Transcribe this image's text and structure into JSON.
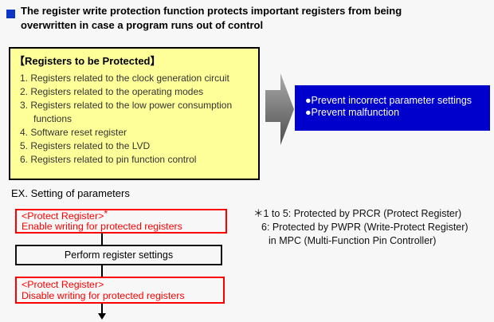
{
  "colors": {
    "background": "#f7f7f7",
    "bullet_blue": "#0d36c6",
    "yellow_panel_bg": "#ffff99",
    "blue_panel_bg": "#0000cc",
    "red_accent": "#ff0000",
    "arrow_gray_light": "#ababab",
    "arrow_gray_dark": "#4d4d4d"
  },
  "header": {
    "line1": "The register write protection function protects important registers from being",
    "line2": "overwritten in case a program runs out of control"
  },
  "yellow_box": {
    "title": "【Registers to be Protected】",
    "items": [
      "1. Registers related to the clock generation circuit",
      "2. Registers related to the operating modes",
      "3. Registers related to the low power consumption functions",
      "4. Software reset register",
      "5. Registers related to the LVD",
      "6. Registers related to pin function control"
    ]
  },
  "blue_box": {
    "line1": "●Prevent incorrect parameter settings",
    "line2": "●Prevent malfunction"
  },
  "example": {
    "label": "EX. Setting of parameters",
    "protect_enable": {
      "title": "<Protect Register>",
      "asterisk": "*",
      "subtitle": "Enable writing for protected registers"
    },
    "perform": "Perform register settings",
    "protect_disable": {
      "title": "<Protect Register>",
      "subtitle": "Disable writing for protected registers"
    }
  },
  "note": {
    "line1": "＊1 to 5: Protected by PRCR (Protect Register)",
    "line2": "6: Protected by PWPR (Write-Protect Register)",
    "line3": "in MPC (Multi-Function Pin Controller)"
  }
}
